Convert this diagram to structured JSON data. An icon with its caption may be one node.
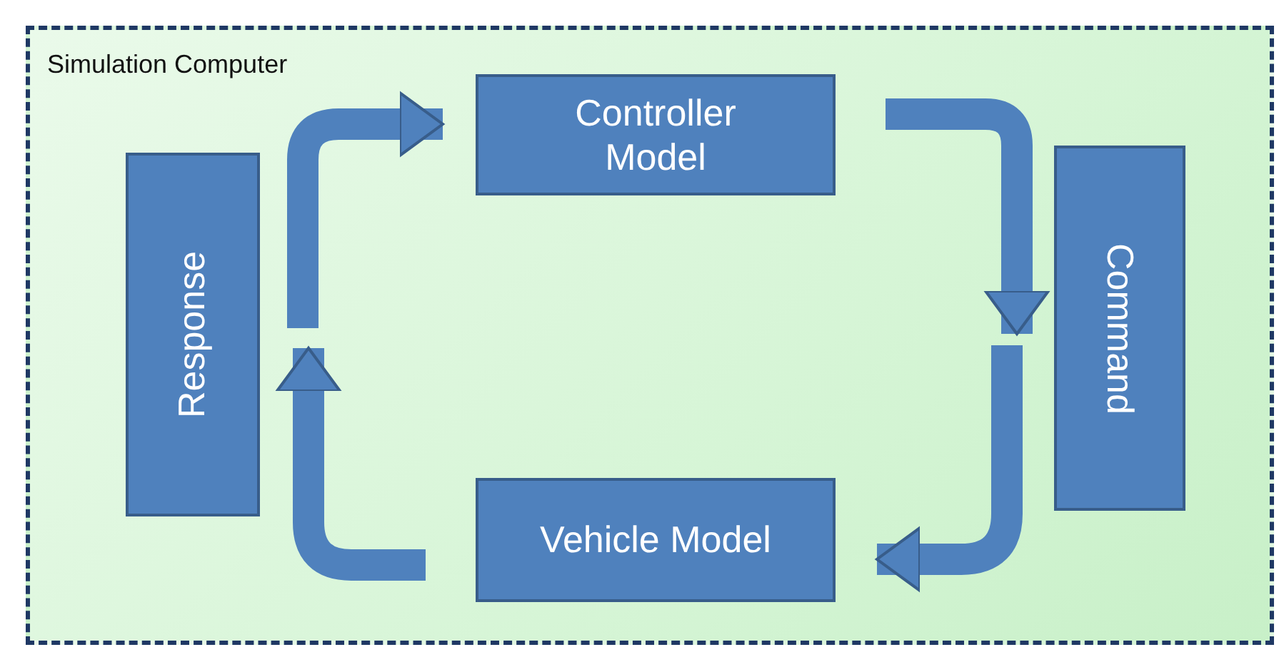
{
  "diagram": {
    "nodes": [
      {
        "text": [
          "Simulation Computer"
        ]
      },
      {
        "text": [
          "Controller Model"
        ],
        "in": 0
      },
      {
        "text": [
          "Command"
        ],
        "in": 0
      },
      {
        "text": [
          "Vehicle Model"
        ],
        "in": 0
      },
      {
        "text": [
          "Response"
        ],
        "in": 0
      }
    ],
    "edges": [
      {
        "from": 1,
        "to": 2,
        "arrow": "to"
      },
      {
        "from": 2,
        "to": 3,
        "arrow": "to"
      },
      {
        "from": 3,
        "to": 4,
        "arrow": "to"
      },
      {
        "from": 4,
        "to": 1,
        "arrow": "to"
      }
    ]
  }
}
